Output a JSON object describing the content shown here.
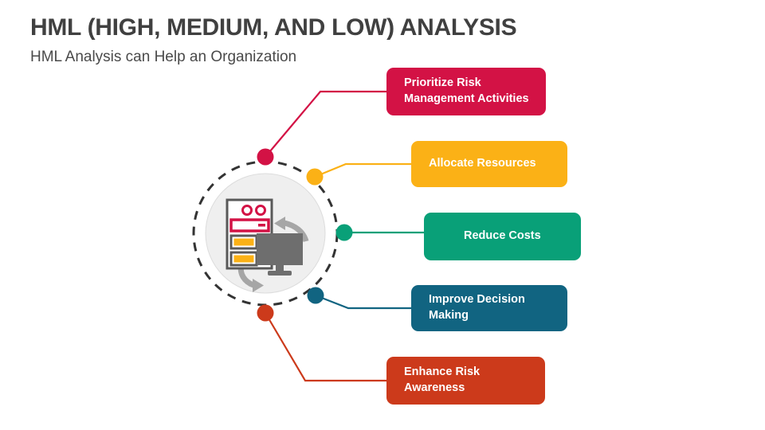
{
  "header": {
    "title": "HML (HIGH, MEDIUM, AND LOW) ANALYSIS",
    "subtitle": "HML Analysis can Help an Organization"
  },
  "center": {
    "icon_name": "server-and-monitor-icon",
    "circle_style": "dashed",
    "inner_fill": "#EFEFEF",
    "dash_color": "#333333"
  },
  "colors": {
    "crimson": "#D31245",
    "amber": "#FBB116",
    "green": "#09A078",
    "blue": "#116481",
    "orange": "#CC3A1B",
    "title_text": "#404040",
    "subtitle_text": "#4a4a4a",
    "background": "#FFFFFF"
  },
  "nodes": [
    {
      "id": "prioritize-risk-management-activities",
      "label": "Prioritize Risk\nManagement Activities",
      "color": "#D31245"
    },
    {
      "id": "allocate-resources",
      "label": "Allocate Resources",
      "color": "#FBB116"
    },
    {
      "id": "reduce-costs",
      "label": "Reduce Costs",
      "color": "#09A078"
    },
    {
      "id": "improve-decision-making",
      "label": "Improve Decision Making",
      "color": "#116481"
    },
    {
      "id": "enhance-risk-awareness",
      "label": "Enhance Risk Awareness",
      "color": "#CC3A1B"
    }
  ]
}
